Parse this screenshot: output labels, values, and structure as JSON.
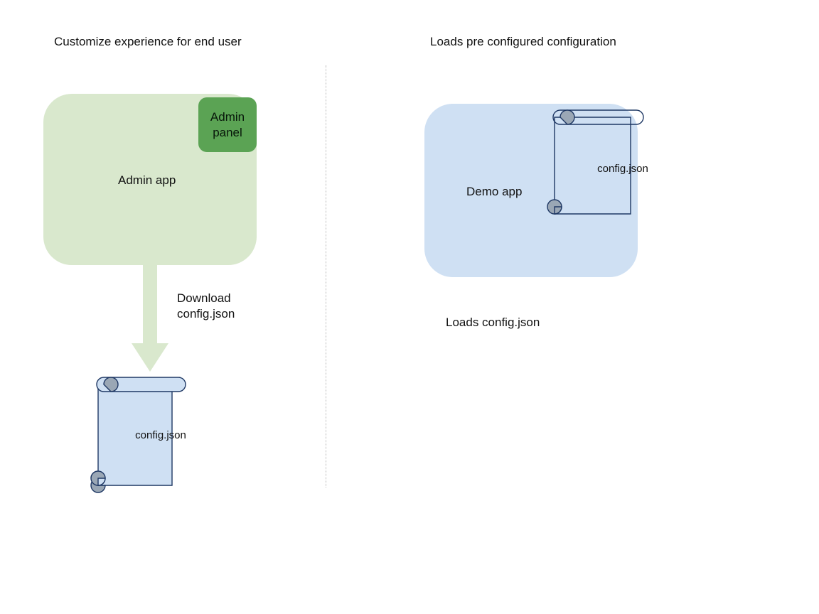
{
  "sections": {
    "left": {
      "caption": "Customize experience for end user",
      "app_label": "Admin app",
      "badge_label": "Admin panel",
      "arrow_label": "Download\nconfig.json",
      "arrow_label_line1": "Download",
      "arrow_label_line2": "config.json",
      "document_label": "config.json"
    },
    "right": {
      "caption": "Loads pre configured configuration",
      "app_label": "Demo app",
      "document_label": "config.json",
      "footer_label": "Loads config.json"
    }
  },
  "colors": {
    "admin_app_fill": "#d9e8cd",
    "admin_panel_fill": "#5ba354",
    "demo_app_fill": "#cfe0f3",
    "arrow_fill": "#d9e8cd",
    "document_fill": "#cfe0f3",
    "document_stroke": "#1f3864",
    "document_curl_fill": "#9aa7b5",
    "divider_stroke": "#b9b9b9",
    "text": "#111111"
  },
  "icons": {
    "arrow": "arrow-down-icon",
    "document": "scroll-document-icon"
  }
}
